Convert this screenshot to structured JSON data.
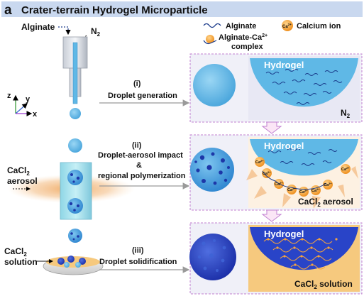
{
  "header": {
    "panel_letter": "a",
    "title": "Crater-terrain Hydrogel Microparticle"
  },
  "legend": {
    "alginate": "Alginate",
    "calcium_badge": "Ca",
    "calcium_badge_sup": "2+",
    "calcium_ion": "Calcium ion",
    "complex_line1_prefix": "Alginate-Ca",
    "complex_line1_sup": "2+",
    "complex_line2": "complex"
  },
  "left": {
    "alginate_label": "Alginate",
    "n2_label": "N",
    "n2_sub": "2",
    "axis_z": "z",
    "axis_y": "y",
    "axis_x": "x",
    "cacl2_aerosol_line1": "CaCl",
    "cacl2_aerosol_sub": "2",
    "cacl2_aerosol_line2": "aerosol",
    "cacl2_solution_line1": "CaCl",
    "cacl2_solution_sub": "2",
    "cacl2_solution_line2": "solution"
  },
  "steps": [
    {
      "numeral": "(i)",
      "line1": "Droplet generation",
      "line2": "",
      "line3": ""
    },
    {
      "numeral": "(ii)",
      "line1": "Droplet-aerosol impact",
      "line2": "&",
      "line3": "regional polymerization"
    },
    {
      "numeral": "(iii)",
      "line1": "Droplet solidification",
      "line2": "",
      "line3": ""
    }
  ],
  "zooms": [
    {
      "title": "Hydrogel",
      "footer": "N",
      "footer_sub": "2",
      "footer_suffix": ""
    },
    {
      "title": "Hydrogel",
      "footer": "CaCl",
      "footer_sub": "2",
      "footer_suffix": " aerosol"
    },
    {
      "title": "Hydrogel",
      "footer": "CaCl",
      "footer_sub": "2",
      "footer_suffix": " solution"
    }
  ],
  "ion_badge": {
    "text": "Ca",
    "sup": "2+"
  },
  "colors": {
    "title_bar": "#c9d8ef",
    "panel_bg": "#f0f0f8",
    "panel_border": "#c080d0",
    "hydrogel_light": "#5fb8e6",
    "hydrogel_dark": "#2944c8",
    "calcium": "#f4a340",
    "aerosol": "#f0b070",
    "solution": "#f6c97e"
  }
}
